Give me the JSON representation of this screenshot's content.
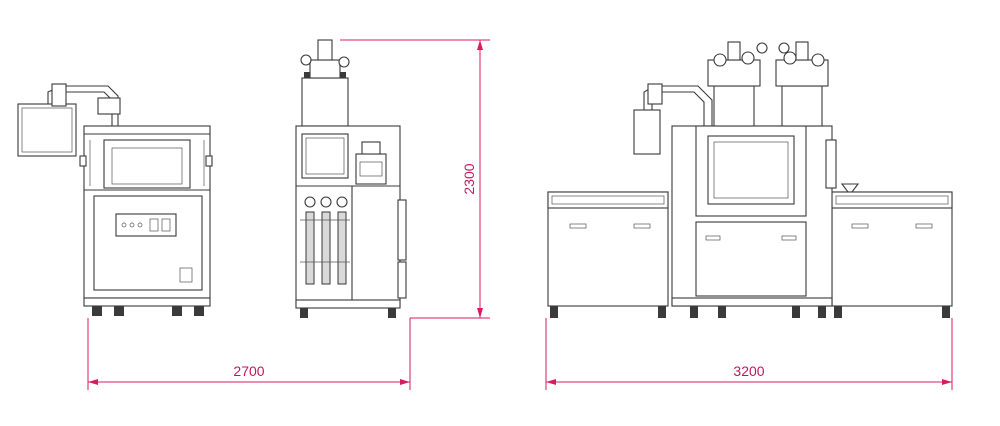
{
  "dimensions": {
    "width_left": "2700",
    "height": "2300",
    "width_right": "3200"
  },
  "colors": {
    "dimension_line": "#d81b60",
    "outline": "#3a3a3a",
    "background": "#ffffff"
  }
}
